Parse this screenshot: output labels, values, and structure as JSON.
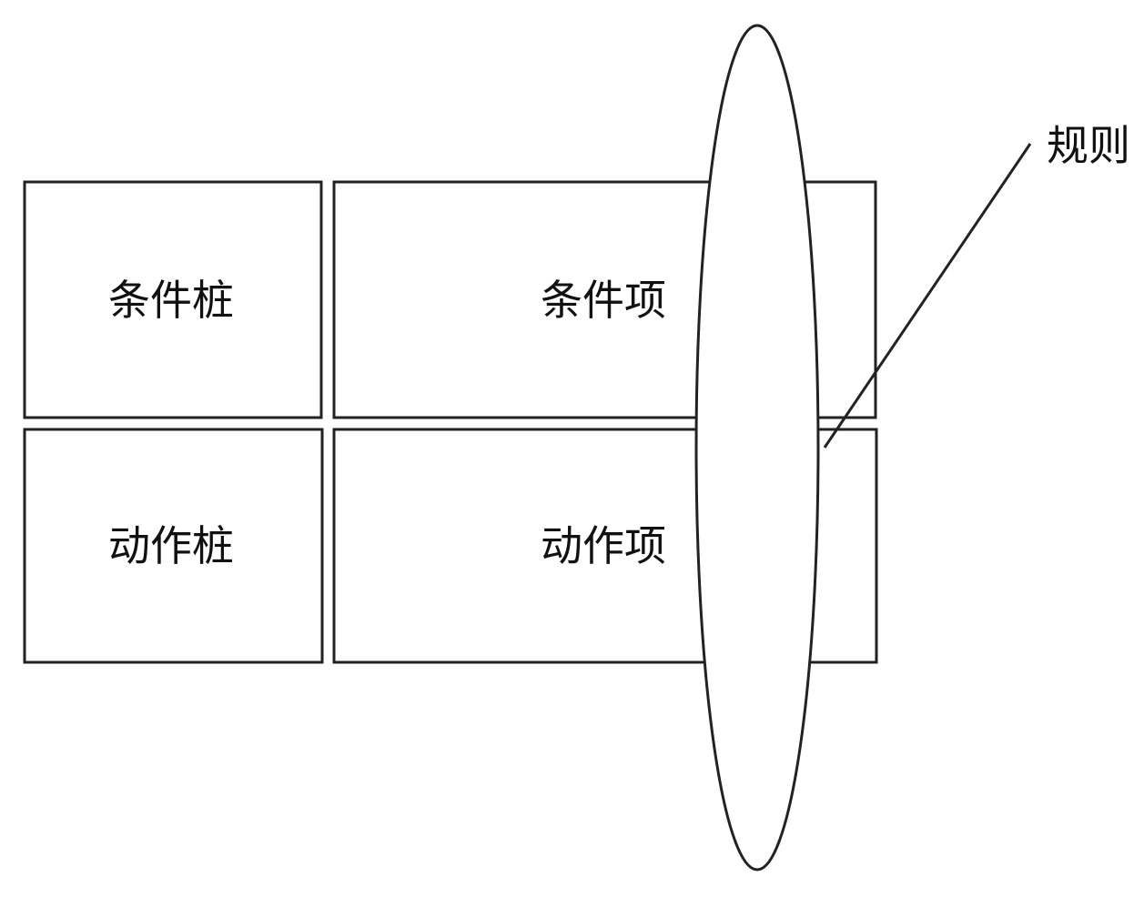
{
  "diagram": {
    "cells": {
      "condition_stub": "条件桩",
      "condition_entry": "条件项",
      "action_stub": "动作桩",
      "action_entry": "动作项"
    },
    "rule_label": "规则"
  }
}
